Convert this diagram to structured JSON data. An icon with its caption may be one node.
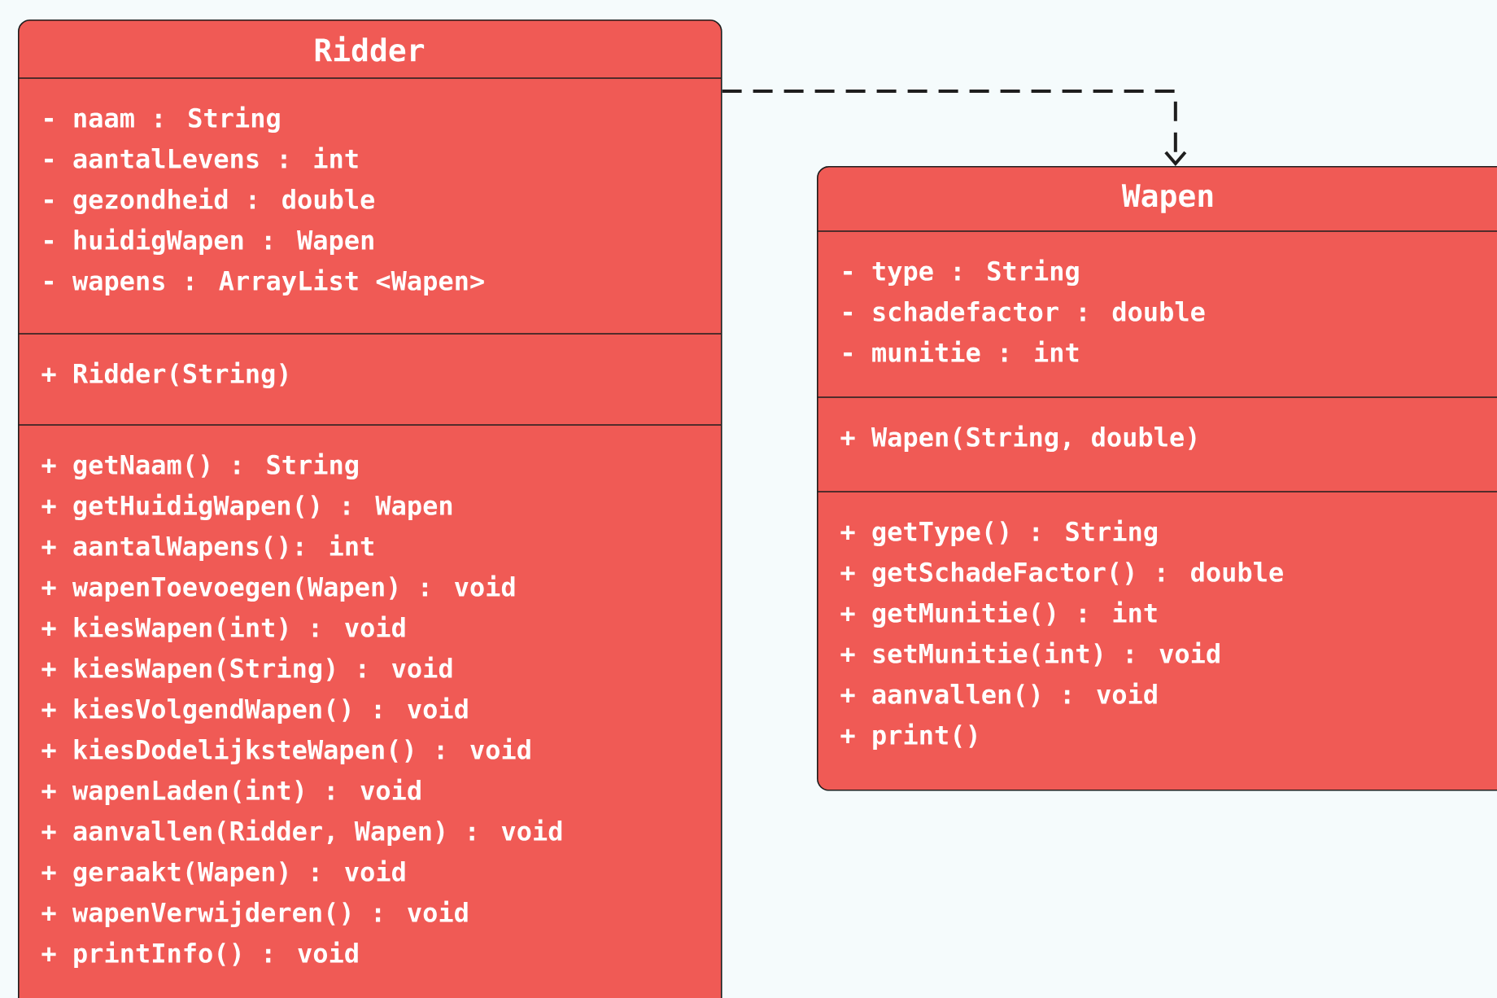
{
  "diagram": {
    "nodes": [
      {
        "text": [
          "Ridder"
        ]
      },
      {
        "text": [
          "- naam : String",
          "- aantalLevens : int",
          "- gezondheid : double",
          "- huidigWapen : Wapen",
          "- wapens : ArrayList <Wapen>"
        ],
        "in": 0
      },
      {
        "text": [
          "+ Ridder(String)"
        ],
        "in": 0
      },
      {
        "text": [
          "+ getNaam() : String",
          "+ getHuidigWapen() : Wapen",
          "+ aantalWapens(): int",
          "+ wapenToevoegen(Wapen) : void",
          "+ kiesWapen(int) : void",
          "+ kiesWapen(String) : void",
          "+ kiesVolgendWapen() : void",
          "+ kiesDodelijksteWapen() : void",
          "+ wapenLaden(int) : void",
          "+ aanvallen(Ridder, Wapen) : void",
          "+ geraakt(Wapen) : void",
          "+ wapenVerwijderen() : void",
          "+ printInfo() : void"
        ],
        "in": 0
      },
      {
        "text": [
          "Wapen"
        ]
      },
      {
        "text": [
          "- type : String",
          "- schadefactor : double",
          "- munitie : int"
        ],
        "in": 4
      },
      {
        "text": [
          "+ Wapen(String, double)"
        ],
        "in": 4
      },
      {
        "text": [
          "+ getType() : String",
          "+ getSchadeFactor() : double",
          "+ getMunitie() : int",
          "+ setMunitie(int) : void",
          "+ aanvallen() : void",
          "+ print()"
        ],
        "in": 4
      }
    ],
    "edges": [
      {
        "from": 0,
        "to": 4,
        "arrow": "to",
        "style": "dashed"
      }
    ]
  }
}
